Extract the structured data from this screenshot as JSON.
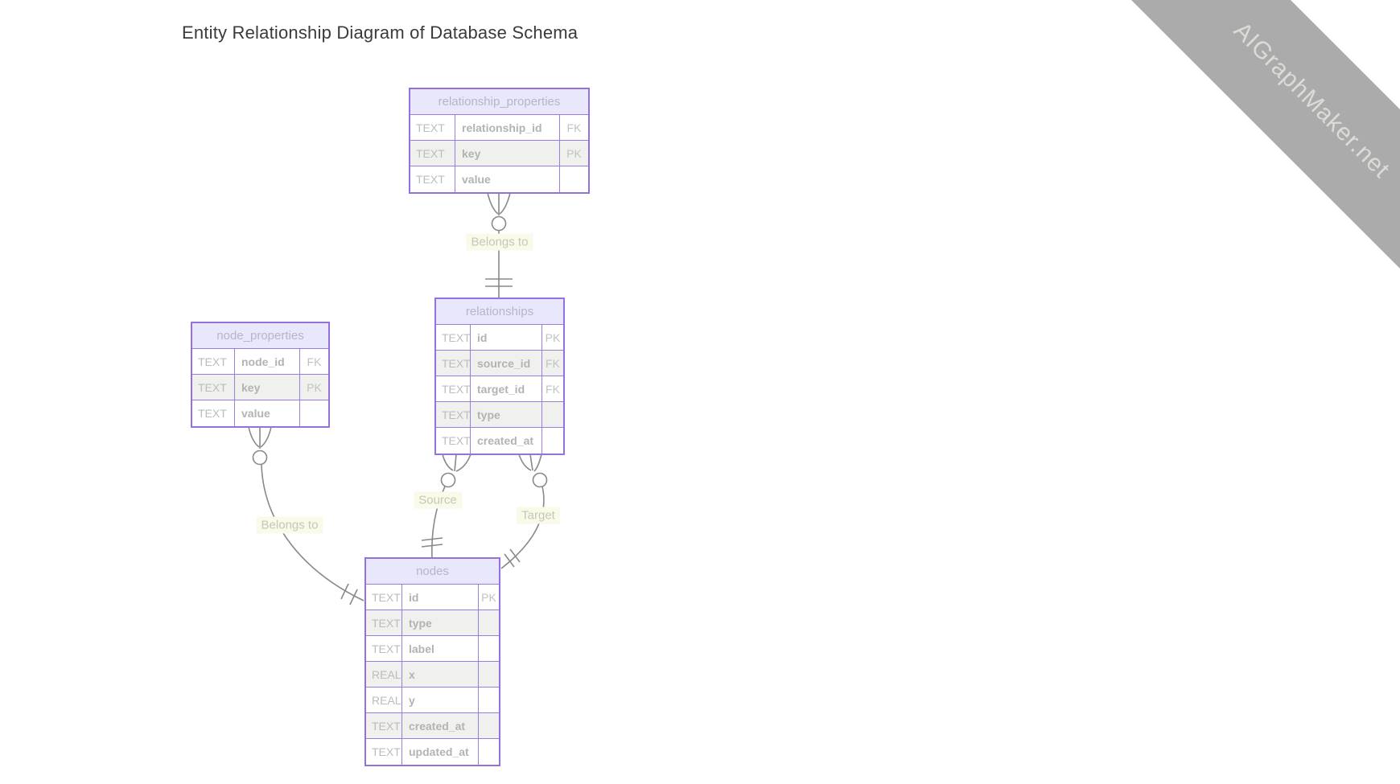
{
  "title": "Entity Relationship Diagram of Database Schema",
  "watermark": {
    "text": "AIGraphMaker.net"
  },
  "colors": {
    "table_border": "#9471dd",
    "table_inner_border": "#9d7ce2",
    "header_fill": "#e8e7fb",
    "row_fill": "#ffffff",
    "row_alt_fill": "#f0f0ef",
    "table_text": "#b5b5b5",
    "connector_line": "#898989",
    "label_bg": "#fafae8",
    "label_text": "#c6c6bb",
    "title_text": "#3a3a3a",
    "watermark_band": "#ababab",
    "watermark_text": "#dcdbd6"
  },
  "entities": [
    {
      "name": "relationship_properties",
      "fields": [
        {
          "type": "TEXT",
          "name": "relationship_id",
          "key": "FK"
        },
        {
          "type": "TEXT",
          "name": "key",
          "key": "PK"
        },
        {
          "type": "TEXT",
          "name": "value",
          "key": ""
        }
      ]
    },
    {
      "name": "relationships",
      "fields": [
        {
          "type": "TEXT",
          "name": "id",
          "key": "PK"
        },
        {
          "type": "TEXT",
          "name": "source_id",
          "key": "FK"
        },
        {
          "type": "TEXT",
          "name": "target_id",
          "key": "FK"
        },
        {
          "type": "TEXT",
          "name": "type",
          "key": ""
        },
        {
          "type": "TEXT",
          "name": "created_at",
          "key": ""
        }
      ]
    },
    {
      "name": "node_properties",
      "fields": [
        {
          "type": "TEXT",
          "name": "node_id",
          "key": "FK"
        },
        {
          "type": "TEXT",
          "name": "key",
          "key": "PK"
        },
        {
          "type": "TEXT",
          "name": "value",
          "key": ""
        }
      ]
    },
    {
      "name": "nodes",
      "fields": [
        {
          "type": "TEXT",
          "name": "id",
          "key": "PK"
        },
        {
          "type": "TEXT",
          "name": "type",
          "key": ""
        },
        {
          "type": "TEXT",
          "name": "label",
          "key": ""
        },
        {
          "type": "REAL",
          "name": "x",
          "key": ""
        },
        {
          "type": "REAL",
          "name": "y",
          "key": ""
        },
        {
          "type": "TEXT",
          "name": "created_at",
          "key": ""
        },
        {
          "type": "TEXT",
          "name": "updated_at",
          "key": ""
        }
      ]
    }
  ],
  "connectors": [
    {
      "label": "Belongs to",
      "from": "relationship_properties",
      "to": "relationships",
      "from_cardinality": "zero-or-many",
      "to_cardinality": "exactly-one"
    },
    {
      "label": "Belongs to",
      "from": "node_properties",
      "to": "nodes",
      "from_cardinality": "zero-or-many",
      "to_cardinality": "exactly-one"
    },
    {
      "label": "Source",
      "from": "relationships",
      "to": "nodes",
      "from_cardinality": "zero-or-many",
      "to_cardinality": "exactly-one"
    },
    {
      "label": "Target",
      "from": "relationships",
      "to": "nodes",
      "from_cardinality": "zero-or-many",
      "to_cardinality": "exactly-one"
    }
  ]
}
